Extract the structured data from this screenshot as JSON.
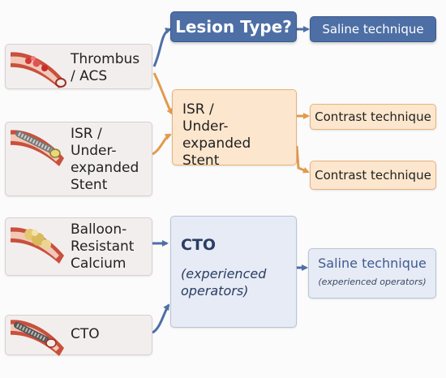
{
  "left_cards": [
    {
      "label": "Thrombus\n/ ACS",
      "icon": "thrombus-artery-icon"
    },
    {
      "label": "ISR /\nUnder-\nexpanded\nStent",
      "icon": "stent-artery-icon"
    },
    {
      "label": "Balloon-\nResistant\nCalcium",
      "icon": "calcium-artery-icon"
    },
    {
      "label": "CTO",
      "icon": "cto-artery-icon"
    }
  ],
  "lesion_type": {
    "label": "Lesion Type?"
  },
  "saline_top": {
    "label": "Saline technique"
  },
  "isr_center": {
    "label": "ISR /\nUnder-expanded\nStent"
  },
  "contrast_1": {
    "label": "Contrast technique"
  },
  "contrast_2": {
    "label": "Contrast technique"
  },
  "cto_center": {
    "title": "CTO",
    "subtitle": "(experienced\noperators)"
  },
  "saline_bottom": {
    "title": "Saline technique",
    "subtitle": "(experienced operators)"
  },
  "colors": {
    "blue": "#4d6fa6",
    "orange": "#e39a4c",
    "orange_fill": "#fce6cd",
    "lavender_fill": "#e6ebf5",
    "artery_red": "#c9503c"
  }
}
